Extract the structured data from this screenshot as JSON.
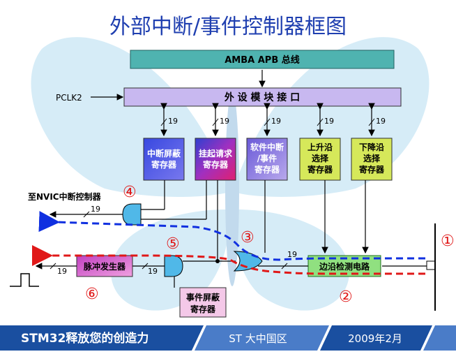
{
  "title": "外部中断/事件控制器框图",
  "bus": {
    "amba": "AMBA APB 总线",
    "pclk": "PCLK2",
    "interface": "外 设 模 块 接 口"
  },
  "width_label": "19",
  "registers": [
    {
      "line1": "中断屏蔽",
      "line2": "寄存器",
      "line3": "",
      "fill": "#5b5bd6"
    },
    {
      "line1": "挂起请求",
      "line2": "寄存器",
      "line3": "",
      "fill": "#8a3fb8"
    },
    {
      "line1": "软件中断",
      "line2": "/事件",
      "line3": "寄存器",
      "fill": "#9a7ad8"
    },
    {
      "line1": "上升沿",
      "line2": "选择",
      "line3": "寄存器",
      "fill": "#d6e85a"
    },
    {
      "line1": "下降沿",
      "line2": "选择",
      "line3": "寄存器",
      "fill": "#d6e85a"
    }
  ],
  "nvic": "至NVIC中断控制器",
  "pulse_generator": "脉冲发生器",
  "edge_detect": "边沿检测电路",
  "event_mask": {
    "line1": "事件屏蔽",
    "line2": "寄存器"
  },
  "markers": [
    "①",
    "②",
    "③",
    "④",
    "⑤",
    "⑥"
  ],
  "footer": {
    "left": "STM32释放您的创造力",
    "middle": "ST 大中国区",
    "right": "2009年2月"
  },
  "colors": {
    "title": "#1f3fb0",
    "blue_dash": "#1030e0",
    "red_dash": "#e01818",
    "marker": "#e01818",
    "footer": "#1a4fa0"
  }
}
